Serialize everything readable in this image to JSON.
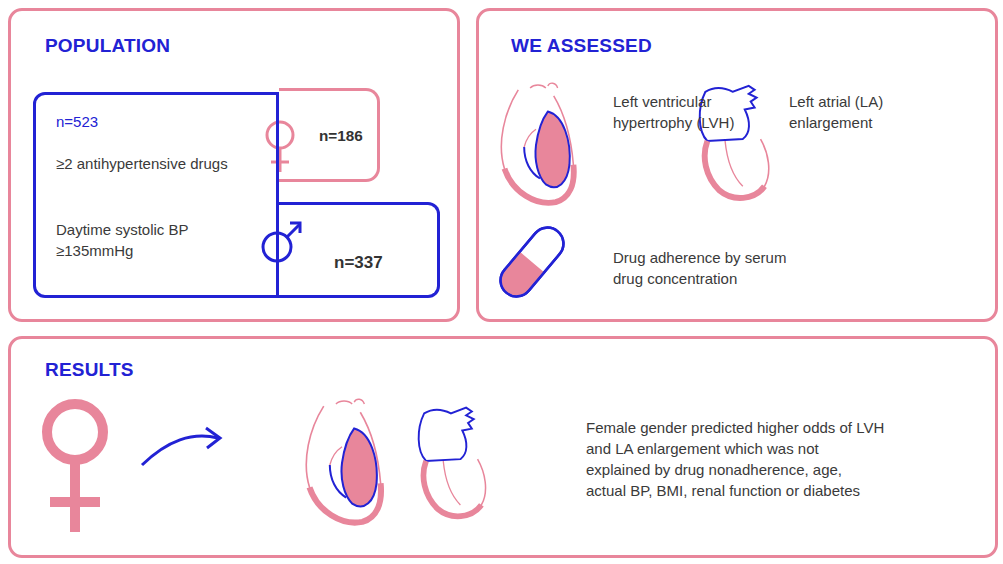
{
  "diagram": {
    "nodes": [
      {
        "text": [
          "POPULATION"
        ]
      },
      {
        "text": [
          "n=523",
          "≥2 antihypertensive drugs",
          "Daytime systolic BP ≥135mmHg"
        ],
        "in": 0
      },
      {
        "text": [
          "n=186"
        ],
        "in": 0
      },
      {
        "text": [
          "n=337"
        ],
        "in": 0
      },
      {
        "text": [
          "WE ASSESSED",
          "Left ventricular hypertrophy (LVH)",
          "Left atrial (LA) enlargement",
          "Drug adherence by serum drug concentration"
        ]
      },
      {
        "text": [
          "RESULTS",
          "Female gender predicted higher odds of LVH and LA enlargement which was not explained by drug nonadherence, age, actual BP, BMI, renal function or diabetes"
        ]
      }
    ]
  }
}
